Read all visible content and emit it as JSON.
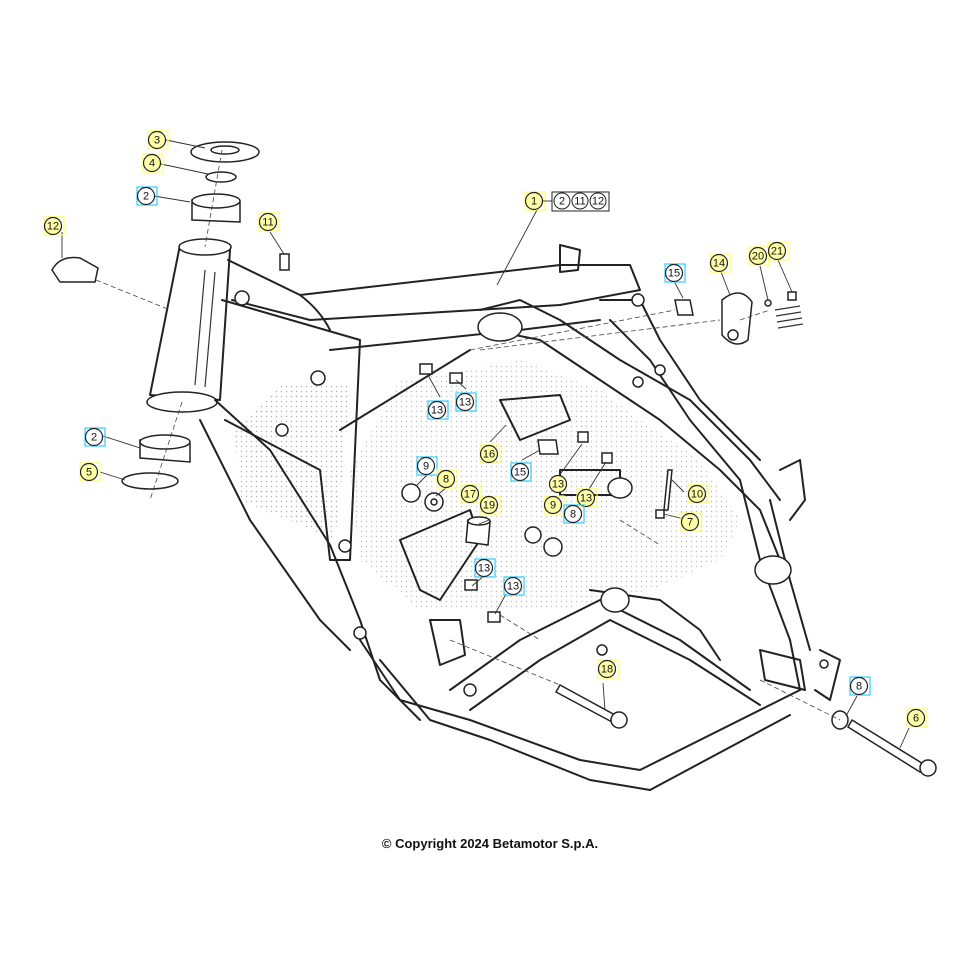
{
  "copyright": "© Copyright 2024 Betamotor S.p.A.",
  "colors": {
    "yellow_tag": "#ffff66",
    "cyan_tag": "#33ccff",
    "line": "#222222"
  },
  "callouts": [
    {
      "id": "c3",
      "label": "3",
      "tag": "yellow"
    },
    {
      "id": "c4",
      "label": "4",
      "tag": "yellow"
    },
    {
      "id": "c2a",
      "label": "2",
      "tag": "cyan"
    },
    {
      "id": "c12",
      "label": "12",
      "tag": "yellow"
    },
    {
      "id": "c11",
      "label": "11",
      "tag": "yellow"
    },
    {
      "id": "c1",
      "label": "1",
      "tag": "yellow"
    },
    {
      "id": "c15a",
      "label": "15",
      "tag": "cyan"
    },
    {
      "id": "c14",
      "label": "14",
      "tag": "yellow"
    },
    {
      "id": "c20",
      "label": "20",
      "tag": "yellow"
    },
    {
      "id": "c21",
      "label": "21",
      "tag": "yellow"
    },
    {
      "id": "c13a",
      "label": "13",
      "tag": "cyan"
    },
    {
      "id": "c13b",
      "label": "13",
      "tag": "cyan"
    },
    {
      "id": "c2b",
      "label": "2",
      "tag": "cyan"
    },
    {
      "id": "c5",
      "label": "5",
      "tag": "yellow"
    },
    {
      "id": "c16",
      "label": "16",
      "tag": "yellow"
    },
    {
      "id": "c15b",
      "label": "15",
      "tag": "cyan"
    },
    {
      "id": "c9a",
      "label": "9",
      "tag": "cyan"
    },
    {
      "id": "c8a",
      "label": "8",
      "tag": "yellow"
    },
    {
      "id": "c17",
      "label": "17",
      "tag": "yellow"
    },
    {
      "id": "c19",
      "label": "19",
      "tag": "yellow"
    },
    {
      "id": "c13c",
      "label": "13",
      "tag": "none"
    },
    {
      "id": "c13d",
      "label": "13",
      "tag": "yellow"
    },
    {
      "id": "c9b",
      "label": "9",
      "tag": "yellow"
    },
    {
      "id": "c8b",
      "label": "8",
      "tag": "cyan"
    },
    {
      "id": "c10",
      "label": "10",
      "tag": "yellow"
    },
    {
      "id": "c7",
      "label": "7",
      "tag": "yellow"
    },
    {
      "id": "c13e",
      "label": "13",
      "tag": "cyan"
    },
    {
      "id": "c13f",
      "label": "13",
      "tag": "cyan"
    },
    {
      "id": "c18",
      "label": "18",
      "tag": "yellow"
    },
    {
      "id": "c8c",
      "label": "8",
      "tag": "cyan"
    },
    {
      "id": "c6",
      "label": "6",
      "tag": "yellow"
    }
  ],
  "kit": {
    "items": [
      "2",
      "11",
      "12"
    ]
  }
}
